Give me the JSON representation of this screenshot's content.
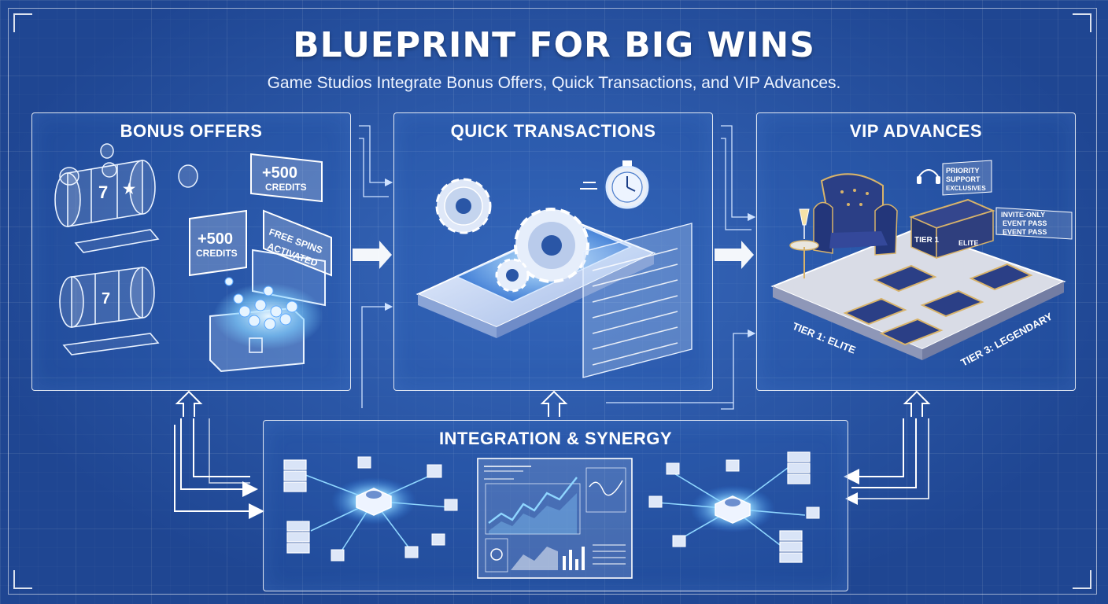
{
  "title": "BLUEPRINT FOR BIG WINS",
  "subtitle": "Game Studios Integrate Bonus Offers, Quick Transactions, and VIP Advances.",
  "panels": {
    "bonus": {
      "title": "BONUS OFFERS",
      "badge1_line1": "+500",
      "badge1_line2": "CREDITS",
      "badge2_line1": "+500",
      "badge2_line2": "CREDITS",
      "badge3_line1": "FREE SPINS",
      "badge3_line2": "ACTIVATED"
    },
    "quick": {
      "title": "QUICK TRANSACTIONS"
    },
    "vip": {
      "title": "VIP ADVANCES",
      "priority_line1": "PRIORITY",
      "priority_line2": "SUPPORT",
      "priority_line3": "EXCLUSIVES",
      "invite_line1": "INVITE-ONLY",
      "invite_line2": "EVENT PASS",
      "invite_line3": "EVENT PASS",
      "tier_block_label": "TIER 1",
      "elite_block_label": "ELITE",
      "tier1": "TIER 1: ELITE",
      "tier3": "TIER 3: LEGENDARY"
    },
    "integration": {
      "title": "INTEGRATION & SYNERGY"
    }
  },
  "colors": {
    "background": "#2a56a6",
    "panel_border": "#ffffff",
    "glow": "#7fd0ff",
    "vip_gold": "#d8b36a",
    "vip_navy": "#2b3f86"
  },
  "icons": [
    "slot-machine-icon",
    "coin-icon",
    "treasure-chest-icon",
    "gear-icon",
    "stopwatch-icon",
    "smartphone-icon",
    "receipt-icon",
    "armchair-icon",
    "champagne-icon",
    "headset-icon",
    "server-icon",
    "network-hub-icon",
    "dashboard-icon",
    "arrow-icon"
  ]
}
